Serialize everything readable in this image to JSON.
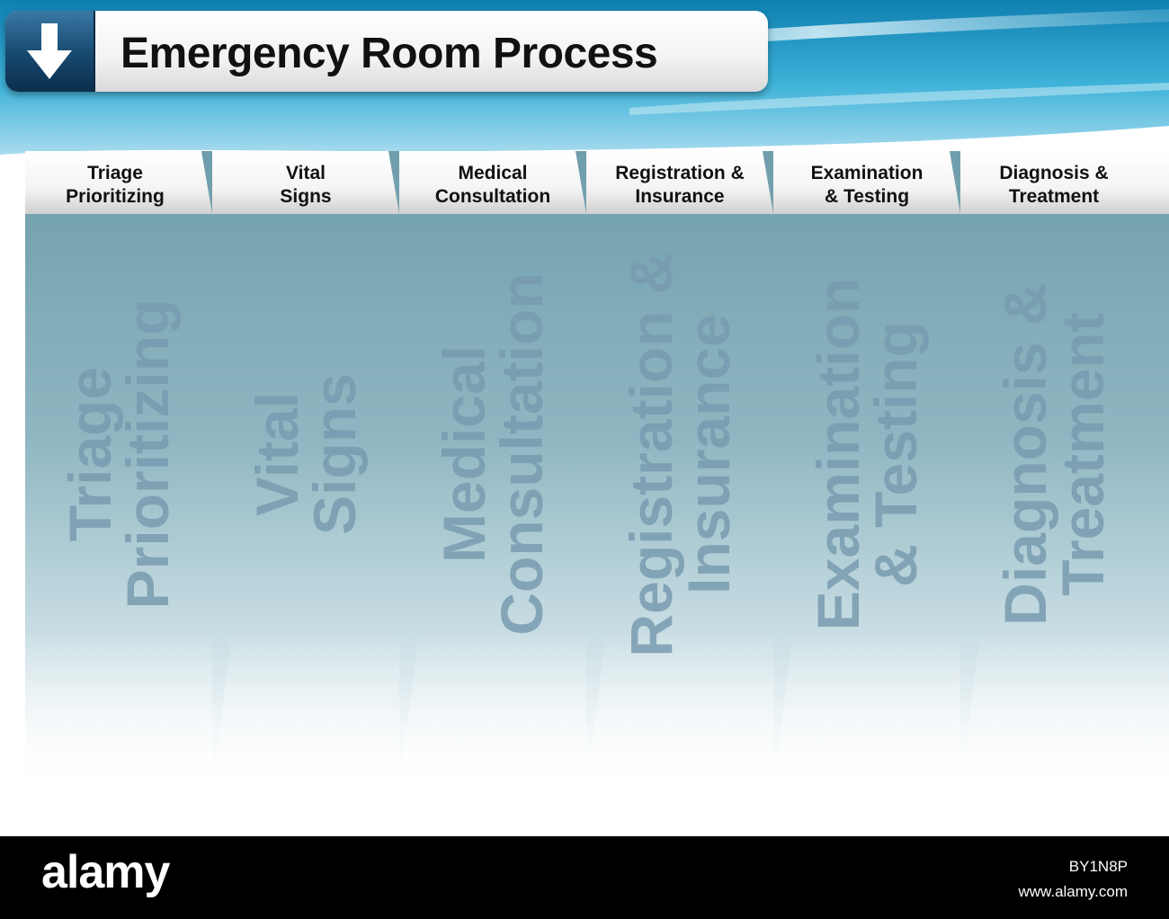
{
  "title": "Emergency Room Process",
  "steps": [
    {
      "line1": "Triage",
      "line2": "Prioritizing"
    },
    {
      "line1": "Vital",
      "line2": "Signs"
    },
    {
      "line1": "Medical",
      "line2": "Consultation"
    },
    {
      "line1": "Registration &",
      "line2": "Insurance"
    },
    {
      "line1": "Examination",
      "line2": "& Testing"
    },
    {
      "line1": "Diagnosis &",
      "line2": "Treatment"
    }
  ],
  "ghost_steps": [
    {
      "line1": "Triage",
      "line2": "Prioritizing"
    },
    {
      "line1": "Vital",
      "line2": "Signs"
    },
    {
      "line1": "Medical",
      "line2": "Consultation"
    },
    {
      "line1": "Registration &",
      "line2": "Insurance"
    },
    {
      "line1": "Examination",
      "line2": "& Testing"
    },
    {
      "line1": "Diagnosis &",
      "line2": "Treatment"
    }
  ],
  "footer": {
    "brand": "alamy",
    "image_id": "BY1N8P",
    "site": "www.alamy.com"
  },
  "icons": {
    "title_icon": "down-arrow-icon"
  },
  "colors": {
    "header_blue": "#1c8fc0",
    "arrow_fill": "#7fa9b6",
    "title_icon_bg": "#17486f"
  }
}
